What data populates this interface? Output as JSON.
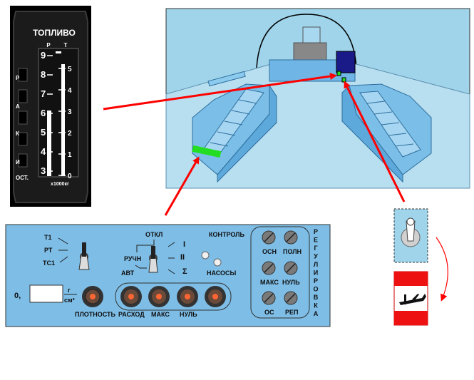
{
  "gauge": {
    "title": "ТОПЛИВО",
    "col_left": "Р",
    "col_right": "Т",
    "scale_left": [
      "9",
      "8",
      "7",
      "6",
      "5",
      "4",
      "3"
    ],
    "scale_right": [
      "5",
      "4",
      "3",
      "2",
      "1",
      "0"
    ],
    "side_letters": [
      "Р",
      "А",
      "К",
      "И"
    ],
    "side_bottom": "ОСТ.",
    "unit": "х1000кг"
  },
  "panel": {
    "switch1_positions": [
      "Т1",
      "РТ",
      "ТС1"
    ],
    "otkl": "ОТКЛ",
    "ruchn": "РУЧН",
    "avt": "АВТ",
    "roman": [
      "I",
      "II",
      "Σ"
    ],
    "kontrol": "КОНТРОЛЬ",
    "nasosy": "НАСОСЫ",
    "density_value": "0,",
    "unit_top": "г",
    "unit_bottom": "см³",
    "plotnost": "ПЛОТНОСТЬ",
    "knob_labels": [
      "РАСХОД",
      "МАКС",
      "НУЛЬ"
    ],
    "reg_knobs": [
      "ОСН",
      "ПОЛН",
      "МАКС",
      "НУЛЬ",
      "ОС",
      "РЕП"
    ],
    "vertical_title": [
      "Р",
      "Е",
      "Г",
      "У",
      "Л",
      "И",
      "Р",
      "О",
      "В",
      "К",
      "А"
    ]
  },
  "colors": {
    "scene_bg": "#9fd4ea",
    "panel_bg": "#7dbde6",
    "gauge_bg": "#111111",
    "arrow": "#ff0000",
    "indicator_green": "#22dd22"
  }
}
